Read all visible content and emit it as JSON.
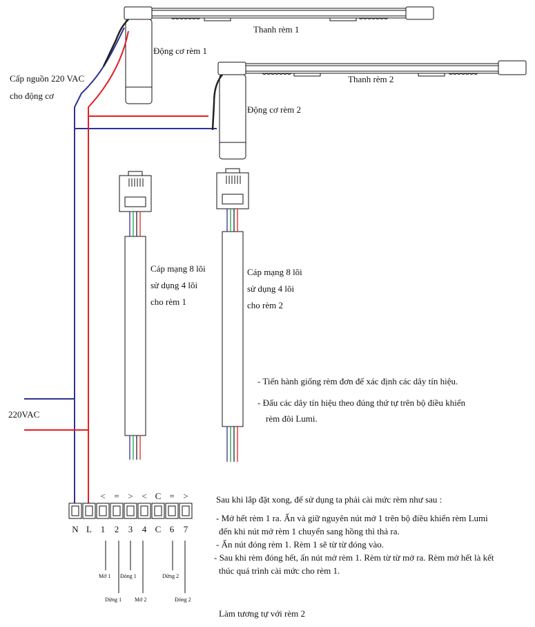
{
  "curtain1": {
    "rail_label": "Thanh rèm 1",
    "motor_label": "Động cơ rèm 1"
  },
  "curtain2": {
    "rail_label": "Thanh rèm 2",
    "motor_label": "Động cơ rèm 2"
  },
  "power_label_1": "Cấp nguồn 220 VAC",
  "power_label_2": "cho động cơ",
  "supply_label": "220VAC",
  "cable1": [
    "Cáp mạng 8 lõi",
    "sử dụng 4 lõi",
    "cho rèm 1"
  ],
  "cable2": [
    "Cáp mạng 8 lõi",
    "sử dụng 4 lõi",
    "cho rèm 2"
  ],
  "notes": [
    "- Tiến hành giống rèm đơn để xác định các dây tín hiệu.",
    "- Đấu các dây tín hiệu theo đúng thứ tự trên bộ điều khiển",
    "rèm đôi Lumi."
  ],
  "terminal_symbols": [
    "<",
    "=",
    ">",
    "<",
    "C",
    "=",
    ">"
  ],
  "terminal_labels": [
    "N",
    "L",
    "1",
    "2",
    "3",
    "4",
    "C",
    "6",
    "7"
  ],
  "wire_labels": {
    "mo1": "Mở 1",
    "dung1": "Dừng 1",
    "dong1": "Đóng 1",
    "mo2": "Mở 2",
    "dung2": "Dừng 2",
    "dong2": "Đóng 2"
  },
  "instructions": {
    "title": "Sau khi lắp đặt xong, để sử dụng ta phải cài mức rèm như sau :",
    "step1": "- Mở hết rèm 1 ra. Ấn và giữ nguyên nút mở 1 trên bộ điều khiển rèm Lumi",
    "step1b": "đến khi nút mở rèm 1 chuyển sang hồng thì thả ra.",
    "step2": "- Ấn nút đóng rèm 1. Rèm 1 sẽ từ từ đóng vào.",
    "step3": "- Sau khi rèm đóng hết, ấn nút mở rèm 1. Rèm từ từ mở ra. Rèm mở hết là kết",
    "step3b": "thúc quá trình cài mức cho rèm 1.",
    "repeat": "Làm tương tự với rèm 2"
  },
  "colors": {
    "neutral": "#2e3192",
    "live": "#e31e24",
    "green": "#1a9e4a",
    "dark": "#222222"
  }
}
